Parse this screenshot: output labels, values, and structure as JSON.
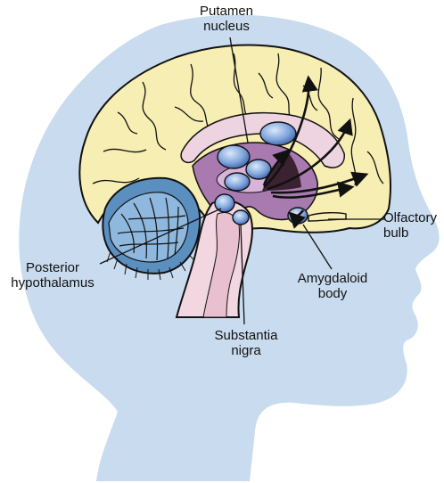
{
  "labels": {
    "putamen_1": "Putamen",
    "putamen_2": "nucleus",
    "olfactory_1": "Olfactory",
    "olfactory_2": "bulb",
    "posterior_1": "Posterior",
    "posterior_2": "hypothalamus",
    "amygdaloid_1": "Amygdaloid",
    "amygdaloid_2": "body",
    "substantia_1": "Substantia",
    "substantia_2": "nigra"
  },
  "colors": {
    "head_silhouette": "#c9dbee",
    "cerebrum": "#f6eeb2",
    "cerebellum": "#5b8fc0",
    "brainstem": "#f2d6e0",
    "limbic_purple": "#a87ab0",
    "nuclei_blue": "#6f97d6",
    "outline": "#111111"
  }
}
